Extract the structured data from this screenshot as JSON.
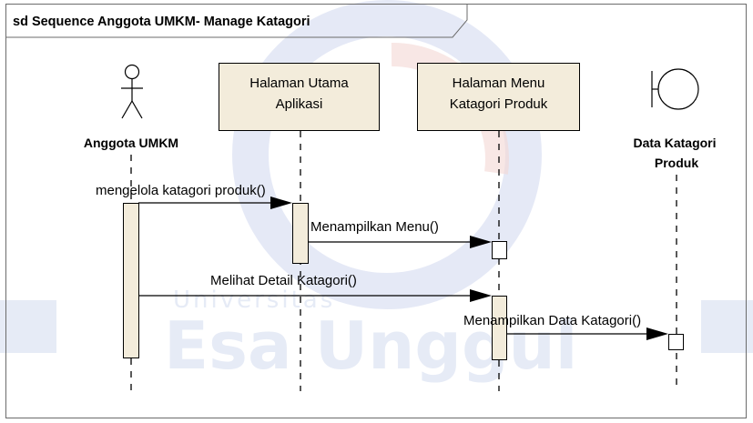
{
  "diagram": {
    "frame_title": "sd Sequence Anggota UMKM- Manage Katagori",
    "participants": {
      "actor": {
        "label": "Anggota UMKM"
      },
      "main_page": {
        "line1": "Halaman Utama",
        "line2": "Aplikasi"
      },
      "menu_page": {
        "line1": "Halaman Menu",
        "line2": "Katagori Produk"
      },
      "boundary": {
        "line1": "Data Katagori",
        "line2": "Produk"
      }
    },
    "messages": [
      {
        "label": "mengelola katagori produk()"
      },
      {
        "label": "Menampilkan Menu()"
      },
      {
        "label": "Melihat Detail Katagori()"
      },
      {
        "label": "Menampilkan Data Katagori()"
      }
    ]
  },
  "watermark": {
    "line1": "Universitas",
    "line2": "Esa Unggul"
  },
  "colors": {
    "box_fill": "#f3ecdb",
    "frame_stroke": "#6b6b6b",
    "watermark_blue": "#cfd7ee",
    "watermark_red": "#f3d7d3"
  }
}
